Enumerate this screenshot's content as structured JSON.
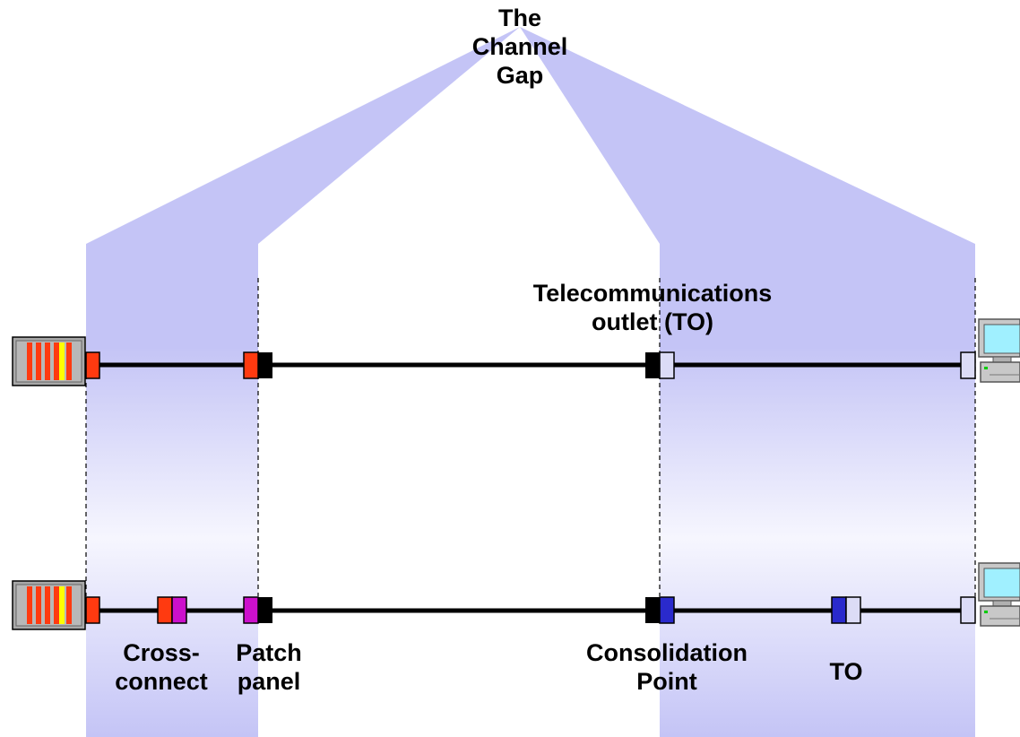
{
  "title": {
    "line1": "The",
    "line2": "Channel",
    "line3": "Gap"
  },
  "labels": {
    "to_top_line1": "Telecommunications",
    "to_top_line2": "outlet (TO)",
    "cross_connect_line1": "Cross-",
    "cross_connect_line2": "connect",
    "patch_panel_line1": "Patch",
    "patch_panel_line2": "panel",
    "consolidation_line1": "Consolidation",
    "consolidation_line2": "Point",
    "to_bottom": "TO"
  },
  "colors": {
    "band": "#c4c4f6",
    "cable": "#000000",
    "red_connector": "#ff3a10",
    "magenta_connector": "#cc10cc",
    "blue_connector": "#2a2acc",
    "lilac_connector": "#dcdcf6",
    "black_connector": "#000000",
    "rack_body": "#a8a8a8",
    "rack_stripe_red": "#ff3a10",
    "rack_stripe_yellow": "#ffff00",
    "screen": "#a0f0ff"
  }
}
